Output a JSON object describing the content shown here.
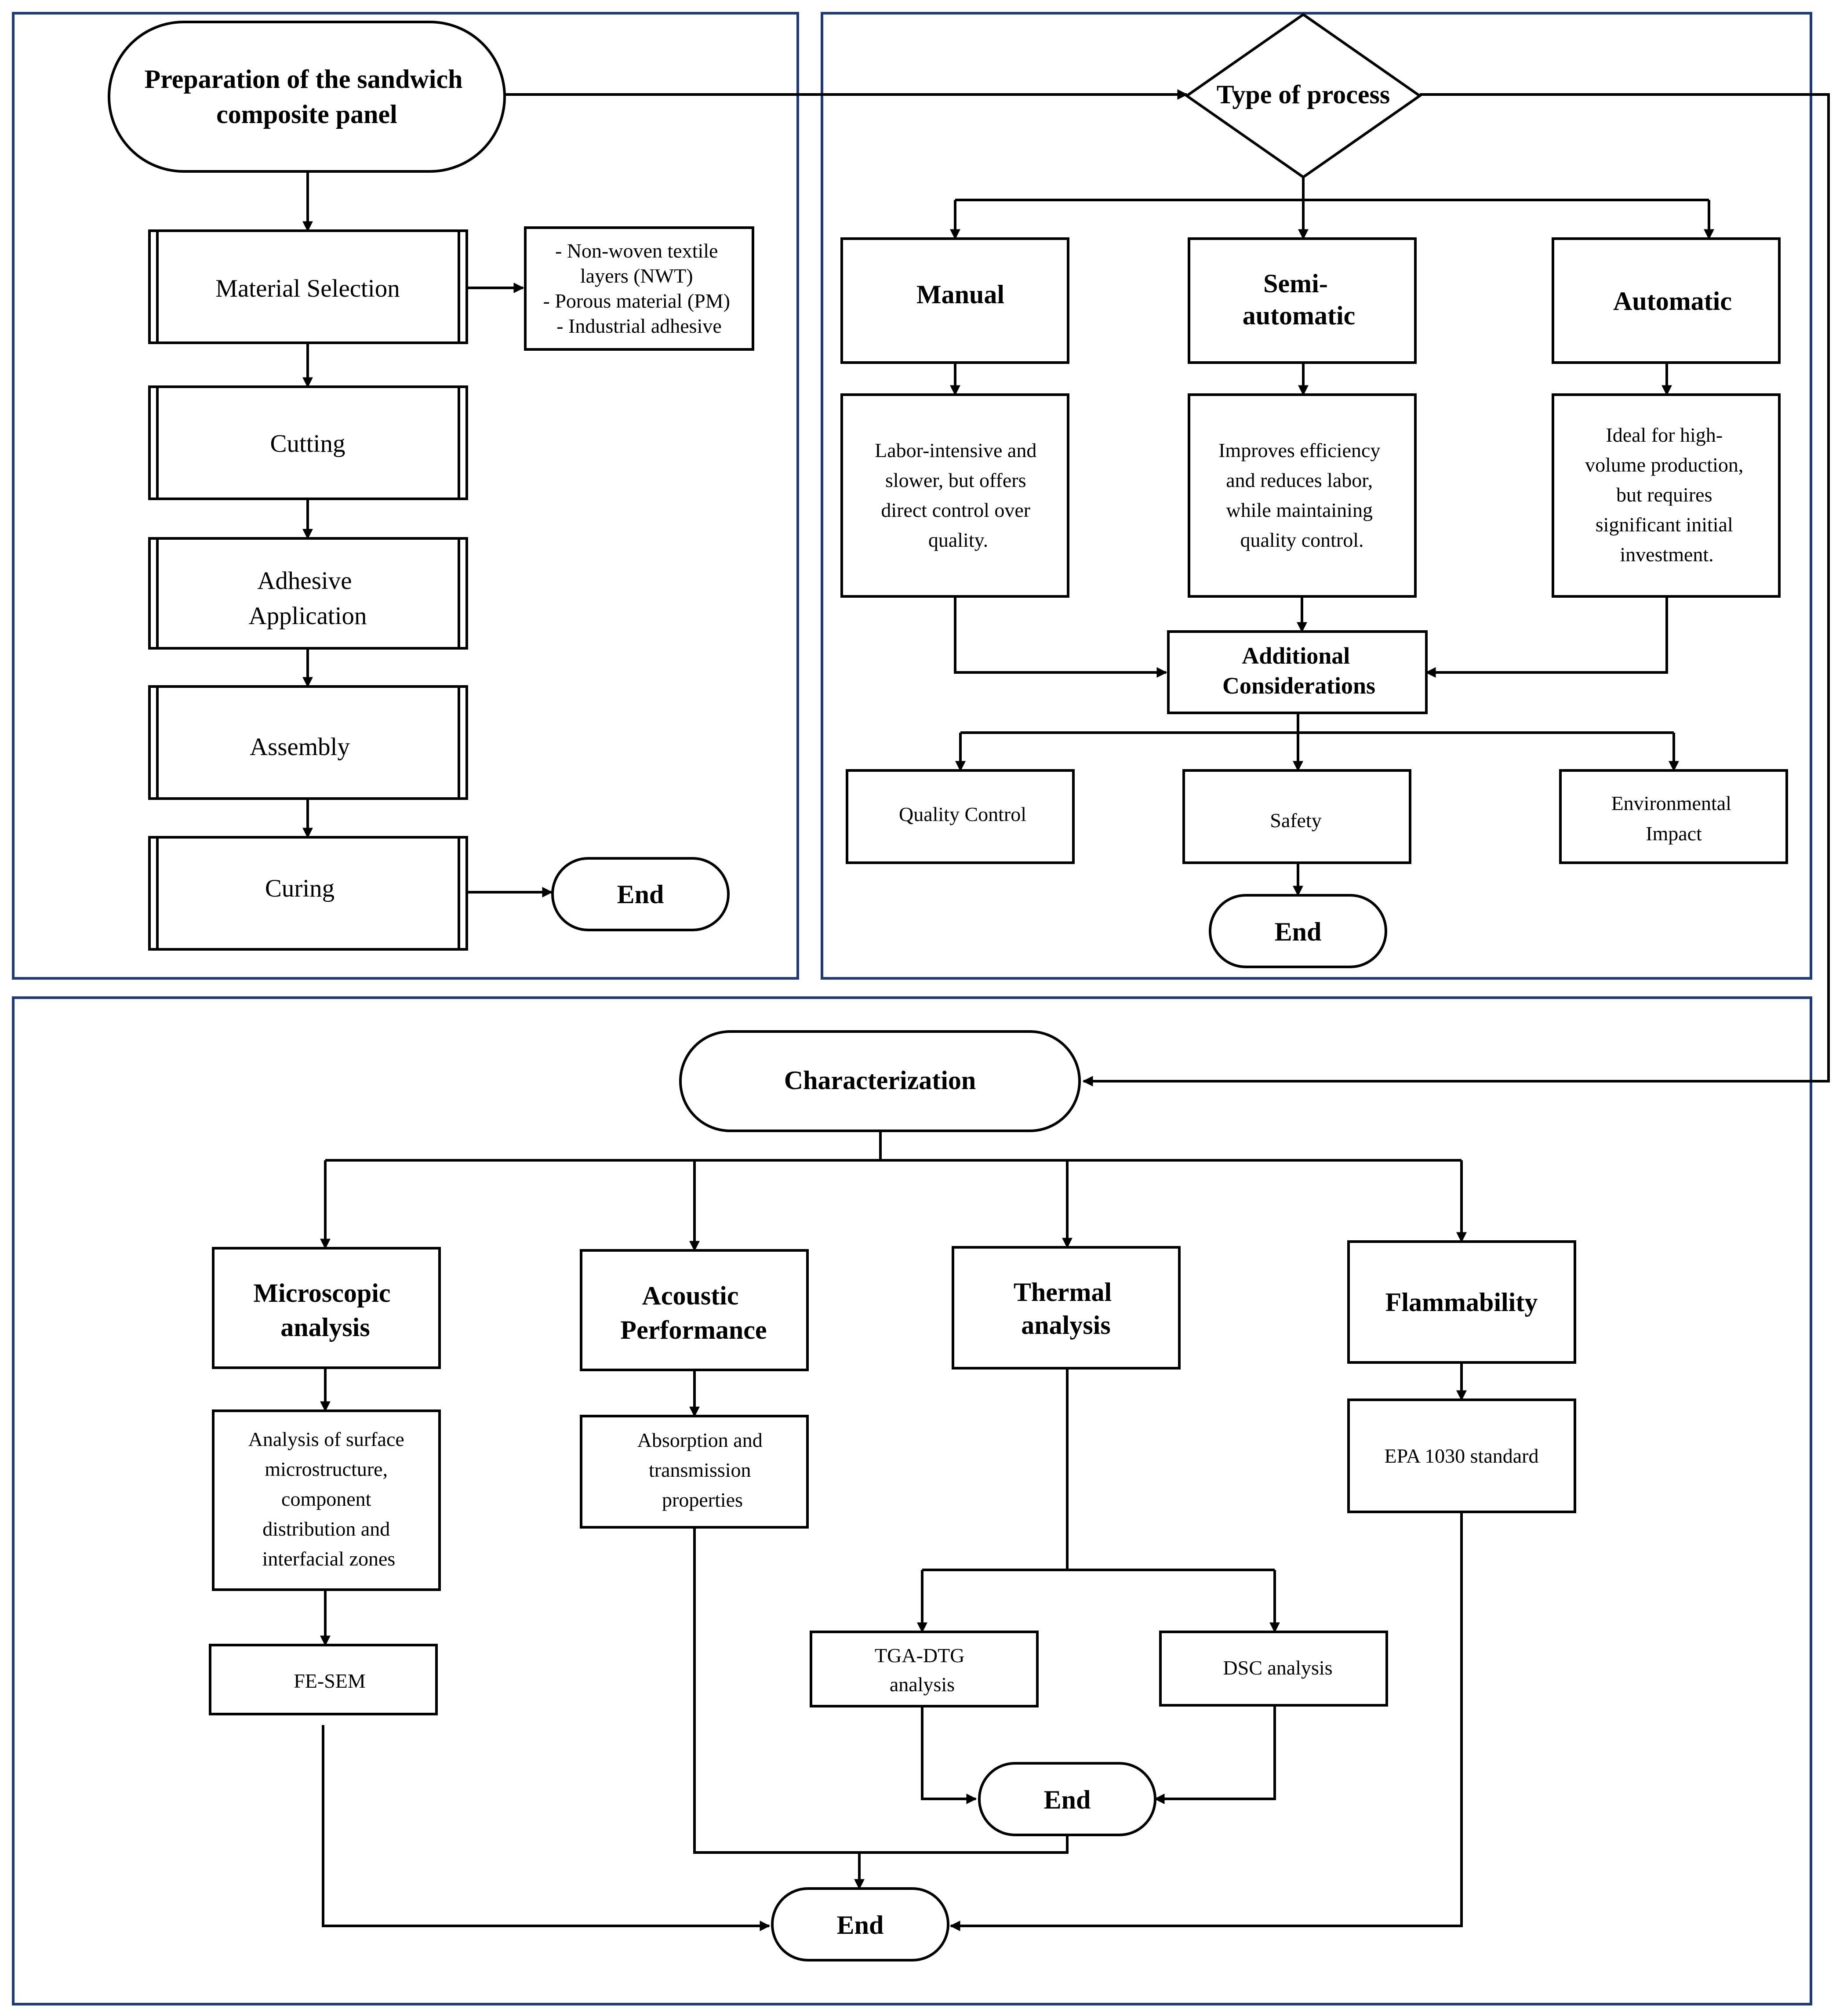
{
  "start": {
    "title_lines": [
      "Preparation of the sandwich",
      "composite panel"
    ]
  },
  "steps": {
    "material_selection": "Material Selection",
    "cutting": "Cutting",
    "adhesive_lines": [
      "Adhesive",
      "Application"
    ],
    "assembly": "Assembly",
    "curing": "Curing"
  },
  "materials_note": {
    "lines": [
      "- Non-woven textile",
      "layers (NWT)",
      "- Porous material (PM)",
      "- Industrial adhesive"
    ]
  },
  "end_label": "End",
  "process": {
    "decision": "Type of process",
    "manual": {
      "title_lines": [
        "Manual"
      ],
      "desc_lines": [
        "Labor-intensive and",
        "slower, but offers",
        "direct control over",
        "quality."
      ]
    },
    "semi": {
      "title_lines": [
        "Semi-",
        "automatic"
      ],
      "desc_lines": [
        "Improves efficiency",
        "and reduces labor,",
        "while maintaining",
        "quality control."
      ]
    },
    "automatic": {
      "title_lines": [
        "Automatic"
      ],
      "desc_lines": [
        "Ideal for high-",
        "volume production,",
        "but requires",
        "significant initial",
        "investment."
      ]
    },
    "additional_lines": [
      "Additional",
      "Considerations"
    ],
    "quality_control": "Quality Control",
    "safety": "Safety",
    "environmental_lines": [
      "Environmental",
      "Impact"
    ]
  },
  "characterization": {
    "title": "Characterization",
    "microscopic": {
      "title_lines": [
        "Microscopic",
        "analysis"
      ],
      "desc_lines": [
        "Analysis of surface",
        "microstructure,",
        "component",
        "distribution and",
        "interfacial zones"
      ],
      "method": "FE-SEM"
    },
    "acoustic": {
      "title_lines": [
        "Acoustic",
        "Performance"
      ],
      "desc_lines": [
        "Absorption and",
        "transmission",
        "properties"
      ]
    },
    "thermal": {
      "title_lines": [
        "Thermal",
        "analysis"
      ],
      "tga_lines": [
        "TGA-DTG",
        "analysis"
      ],
      "dsc": "DSC analysis"
    },
    "flammability": {
      "title_lines": [
        "Flammability"
      ],
      "standard": "EPA 1030 standard"
    }
  }
}
